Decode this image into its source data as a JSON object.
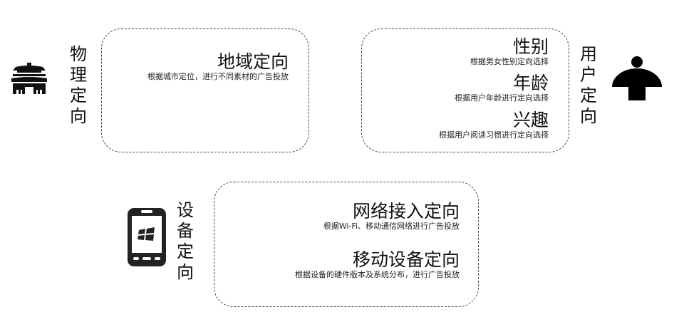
{
  "groups": {
    "physical": {
      "label_chars": [
        "物",
        "理",
        "定",
        "向"
      ],
      "icon": "palace-icon",
      "items": [
        {
          "title": "地域定向",
          "desc": "根据城市定位，进行不同素材的广告投放"
        }
      ]
    },
    "user": {
      "label_chars": [
        "用",
        "户",
        "定",
        "向"
      ],
      "icon": "person-icon",
      "items": [
        {
          "title": "性别",
          "desc": "根据男女性别定向选择"
        },
        {
          "title": "年龄",
          "desc": "根据用户年龄进行定向选择"
        },
        {
          "title": "兴趣",
          "desc": "根据用户阅读习惯进行定向选择"
        }
      ]
    },
    "device": {
      "label_chars": [
        "设",
        "备",
        "定",
        "向"
      ],
      "icon": "windows-phone-icon",
      "items": [
        {
          "title": "网络接入定向",
          "desc": "根据Wi-Fi、移动通信网络进行广告投放"
        },
        {
          "title": "移动设备定向",
          "desc": "根据设备的硬件版本及系统分布，进行广告投放"
        }
      ]
    }
  },
  "colors": {
    "ink": "#111111",
    "border": "#444444",
    "background": "#ffffff"
  }
}
